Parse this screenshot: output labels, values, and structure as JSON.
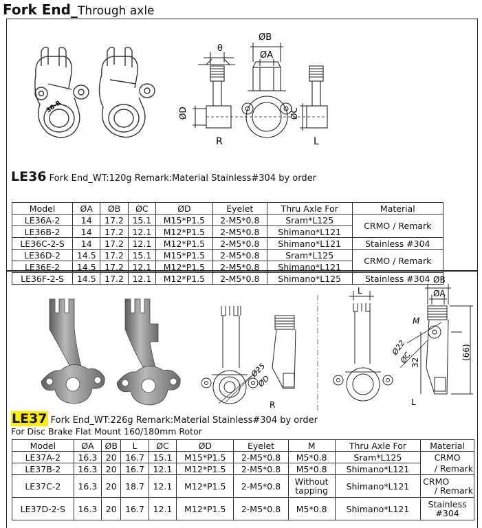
{
  "header": {
    "title_bold": "Fork End_",
    "title_rest": "Through axle"
  },
  "le36": {
    "code": "LE36",
    "subtitle": "Fork End_WT:120g    Remark:Material Stainless#304 by order",
    "drawing": {
      "theta": "θ",
      "phi_b": "ØB",
      "phi_a": "ØA",
      "phi_d": "ØD",
      "phi_c": "ØC",
      "r": "R",
      "l": "L",
      "part_mark": "36-R"
    },
    "headers": [
      "Model",
      "ØA",
      "ØB",
      "ØC",
      "ØD",
      "Eyelet",
      "Thru Axle For",
      "Material"
    ],
    "rows": [
      [
        "LE36A-2",
        "14",
        "17.2",
        "15.1",
        "M15*P1.5",
        "2-M5*0.8",
        "Sram*L125"
      ],
      [
        "LE36B-2",
        "14",
        "17.2",
        "12.1",
        "M12*P1.5",
        "2-M5*0.8",
        "Shimano*L121"
      ],
      [
        "LE36C-2-S",
        "14",
        "17.2",
        "12.1",
        "M12*P1.5",
        "2-M5*0.8",
        "Shimano*L121"
      ],
      [
        "LE36D-2",
        "14.5",
        "17.2",
        "15.1",
        "M15*P1.5",
        "2-M5*0.8",
        "Sram*L125"
      ],
      [
        "LE36E-2",
        "14.5",
        "17.2",
        "12.1",
        "M12*P1.5",
        "2-M5*0.8",
        "Shimano*L121"
      ],
      [
        "LE36F-2-S",
        "14.5",
        "17.2",
        "12.1",
        "M12*P1.5",
        "2-M5*0.8",
        "Shimano*L125"
      ]
    ],
    "material": [
      "CRMO / Remark",
      "Stainless #304",
      "CRMO / Remark",
      "Stainless #304"
    ]
  },
  "le37": {
    "code": "LE37",
    "subtitle": "Fork End_WT:226g    Remark:Material Stainless#304 by order",
    "note": "For Disc Brake Flat Mount 160/180mm Rotor",
    "drawing": {
      "phi25": "Ø25",
      "phi_d": "ØD",
      "r": "R",
      "l_top": "L",
      "phi_b": "ØB",
      "phi_a": "ØA",
      "m": "M",
      "phi22": "Ø22",
      "phi_c": "ØC",
      "dim32": "32",
      "dim66": "(66)",
      "l": "L"
    },
    "headers": [
      "Model",
      "ØA",
      "ØB",
      "L",
      "ØC",
      "ØD",
      "Eyelet",
      "M",
      "Thru Axle For",
      "Material"
    ],
    "rows": [
      {
        "model": "LE37A-2",
        "a": "16.3",
        "b": "20",
        "l": "16.7",
        "c": "15.1",
        "d": "M15*P1.5",
        "eyelet": "2-M5*0.8",
        "m": "M5*0.8",
        "axle": "Sram*L125",
        "mat1": "CRMO",
        "mat2": ""
      },
      {
        "model": "LE37B-2",
        "a": "16.3",
        "b": "20",
        "l": "16.7",
        "c": "12.1",
        "d": "M12*P1.5",
        "eyelet": "2-M5*0.8",
        "m": "M5*0.8",
        "axle": "Shimano*L121",
        "mat1": "",
        "mat2": "/ Remark"
      },
      {
        "model": "LE37C-2",
        "a": "16.3",
        "b": "20",
        "l": "18.7",
        "c": "12.1",
        "d": "M12*P1.5",
        "eyelet": "2-M5*0.8",
        "m1": "Without",
        "m2": "tapping",
        "axle": "Shimano*L121",
        "mat1": "CRMO",
        "mat2": "/ Remark"
      },
      {
        "model": "LE37D-2-S",
        "a": "16.3",
        "b": "20",
        "l": "16.7",
        "c": "12.1",
        "d": "M12*P1.5",
        "eyelet": "2-M5*0.8",
        "m": "M5*0.8",
        "axle": "Shimano*L121",
        "mat1": "Stainless",
        "mat2": "#304"
      }
    ]
  }
}
